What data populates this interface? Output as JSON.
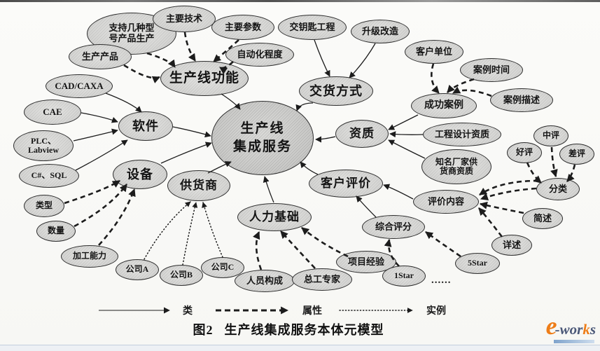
{
  "figure": {
    "number": "图2",
    "caption": "生产线集成服务本体元模型"
  },
  "legend": {
    "class_label": "类",
    "attribute_label": "属性",
    "instance_label": "实例"
  },
  "watermark": {
    "brand": "e-works",
    "e": "e",
    "rest": "-wor",
    "k": "k",
    "s": "s"
  },
  "colors": {
    "node_fill": "#d6d6d4",
    "center_fill": "#cbcbc9",
    "node_border": "#2e2e2e",
    "edge": "#1c1c1c",
    "brand_orange": "#ee7d18",
    "brand_navy": "#4b5878"
  },
  "diagram": {
    "ellipsis": "......",
    "center": {
      "id": "center",
      "label": "生产线集成服务",
      "lines": [
        "生产线",
        "集成服务"
      ]
    },
    "nodes": [
      {
        "id": "zhichi",
        "label": "支持几种型号产品生产",
        "lines": [
          "支持几种型",
          "号产品生产"
        ]
      },
      {
        "id": "zhuyaojishu",
        "label": "主要技术"
      },
      {
        "id": "zhuyaocanshu",
        "label": "主要参数"
      },
      {
        "id": "jiaoyaoshi",
        "label": "交钥匙工程"
      },
      {
        "id": "shengjigaizao",
        "label": "升级改造"
      },
      {
        "id": "zidonghua",
        "label": "自动化程度"
      },
      {
        "id": "shengchanchanpin",
        "label": "生产产品"
      },
      {
        "id": "kehudanwei",
        "label": "客户单位"
      },
      {
        "id": "anlishijian",
        "label": "案例时间"
      },
      {
        "id": "cadcaxa",
        "label": "CAD/CAXA"
      },
      {
        "id": "scxgongneng",
        "label": "生产线功能"
      },
      {
        "id": "jiaohuofangshi",
        "label": "交货方式"
      },
      {
        "id": "anlimiaoshu",
        "label": "案例描述"
      },
      {
        "id": "cae",
        "label": "CAE"
      },
      {
        "id": "chenggonganli",
        "label": "成功案例"
      },
      {
        "id": "ruanjian",
        "label": "软件"
      },
      {
        "id": "zizhi",
        "label": "资质"
      },
      {
        "id": "gongchengsheji",
        "label": "工程设计资质"
      },
      {
        "id": "zhongping",
        "label": "中评"
      },
      {
        "id": "plc",
        "label": "PLC、Labview",
        "lines": [
          "PLC、",
          "Labview"
        ]
      },
      {
        "id": "haoping",
        "label": "好评"
      },
      {
        "id": "chaping",
        "label": "差评"
      },
      {
        "id": "csharpsql",
        "label": "C#、SQL"
      },
      {
        "id": "zhimingchangjia",
        "label": "知名厂家供货商资质",
        "lines": [
          "知名厂家供",
          "货商资质"
        ]
      },
      {
        "id": "shebei",
        "label": "设备"
      },
      {
        "id": "fenlei",
        "label": "分类"
      },
      {
        "id": "kehupingjia",
        "label": "客户评价"
      },
      {
        "id": "gonghuoshang",
        "label": "供货商"
      },
      {
        "id": "leixing",
        "label": "类型"
      },
      {
        "id": "pingjianeirong",
        "label": "评价内容"
      },
      {
        "id": "jianshu",
        "label": "简述"
      },
      {
        "id": "renlijichu",
        "label": "人力基础"
      },
      {
        "id": "shuliang",
        "label": "数量"
      },
      {
        "id": "zonghepingfen",
        "label": "综合评分"
      },
      {
        "id": "xiangshu",
        "label": "详述"
      },
      {
        "id": "jiagongnengli",
        "label": "加工能力"
      },
      {
        "id": "fivestar",
        "label": "5Star"
      },
      {
        "id": "xiangmujingyan",
        "label": "项目经验"
      },
      {
        "id": "gongsia",
        "label": "公司A"
      },
      {
        "id": "gongsib",
        "label": "公司B"
      },
      {
        "id": "gongsic",
        "label": "公司C"
      },
      {
        "id": "onestar",
        "label": "1Star"
      },
      {
        "id": "renyuangoucheng",
        "label": "人员构成"
      },
      {
        "id": "zonggongzhuanjia",
        "label": "总工专家"
      }
    ],
    "edges": [
      {
        "from": "scxgongneng",
        "to": "center",
        "type": "class"
      },
      {
        "from": "jiaohuofangshi",
        "to": "center",
        "type": "class"
      },
      {
        "from": "zizhi",
        "to": "center",
        "type": "class"
      },
      {
        "from": "kehupingjia",
        "to": "center",
        "type": "class"
      },
      {
        "from": "renlijichu",
        "to": "center",
        "type": "class"
      },
      {
        "from": "gonghuoshang",
        "to": "center",
        "type": "class"
      },
      {
        "from": "shebei",
        "to": "center",
        "type": "class"
      },
      {
        "from": "ruanjian",
        "to": "center",
        "type": "class"
      },
      {
        "from": "cadcaxa",
        "to": "ruanjian",
        "type": "class"
      },
      {
        "from": "cae",
        "to": "ruanjian",
        "type": "class"
      },
      {
        "from": "plc",
        "to": "ruanjian",
        "type": "class"
      },
      {
        "from": "csharpsql",
        "to": "ruanjian",
        "type": "class"
      },
      {
        "from": "jiaoyaoshi",
        "to": "jiaohuofangshi",
        "type": "class"
      },
      {
        "from": "shengjigaizao",
        "to": "jiaohuofangshi",
        "type": "class"
      },
      {
        "from": "chenggonganli",
        "to": "zizhi",
        "type": "class"
      },
      {
        "from": "gongchengsheji",
        "to": "zizhi",
        "type": "class"
      },
      {
        "from": "zhimingchangjia",
        "to": "zizhi",
        "type": "class"
      },
      {
        "from": "pingjianeirong",
        "to": "kehupingjia",
        "type": "class"
      },
      {
        "from": "zonghepingfen",
        "to": "kehupingjia",
        "type": "class"
      },
      {
        "from": "zhichi",
        "to": "scxgongneng",
        "type": "attribute"
      },
      {
        "from": "shengchanchanpin",
        "to": "scxgongneng",
        "type": "attribute"
      },
      {
        "from": "zhuyaojishu",
        "to": "scxgongneng",
        "type": "attribute"
      },
      {
        "from": "zhuyaocanshu",
        "to": "scxgongneng",
        "type": "attribute"
      },
      {
        "from": "zidonghua",
        "to": "scxgongneng",
        "type": "attribute"
      },
      {
        "from": "kehudanwei",
        "to": "chenggonganli",
        "type": "attribute"
      },
      {
        "from": "anlishijian",
        "to": "chenggonganli",
        "type": "attribute"
      },
      {
        "from": "anlimiaoshu",
        "to": "chenggonganli",
        "type": "attribute"
      },
      {
        "from": "leixing",
        "to": "shebei",
        "type": "attribute"
      },
      {
        "from": "shuliang",
        "to": "shebei",
        "type": "attribute"
      },
      {
        "from": "jiagongnengli",
        "to": "shebei",
        "type": "attribute"
      },
      {
        "from": "renyuangoucheng",
        "to": "renlijichu",
        "type": "attribute"
      },
      {
        "from": "zonggongzhuanjia",
        "to": "renlijichu",
        "type": "attribute"
      },
      {
        "from": "xiangmujingyan",
        "to": "renlijichu",
        "type": "attribute"
      },
      {
        "from": "fenlei",
        "to": "pingjianeirong",
        "type": "attribute"
      },
      {
        "from": "fenlei",
        "to": "pingjianeirong",
        "type": "attribute"
      },
      {
        "from": "jianshu",
        "to": "pingjianeirong",
        "type": "attribute"
      },
      {
        "from": "xiangshu",
        "to": "pingjianeirong",
        "type": "attribute"
      },
      {
        "from": "fivestar",
        "to": "zonghepingfen",
        "type": "attribute"
      },
      {
        "from": "onestar",
        "to": "zonghepingfen",
        "type": "attribute"
      },
      {
        "from": "haoping",
        "to": "fenlei",
        "type": "attribute"
      },
      {
        "from": "zhongping",
        "to": "fenlei",
        "type": "attribute"
      },
      {
        "from": "chaping",
        "to": "fenlei",
        "type": "attribute"
      },
      {
        "from": "gongsia",
        "to": "gonghuoshang",
        "type": "instance"
      },
      {
        "from": "gongsib",
        "to": "gonghuoshang",
        "type": "instance"
      },
      {
        "from": "gongsic",
        "to": "gonghuoshang",
        "type": "instance"
      }
    ]
  }
}
